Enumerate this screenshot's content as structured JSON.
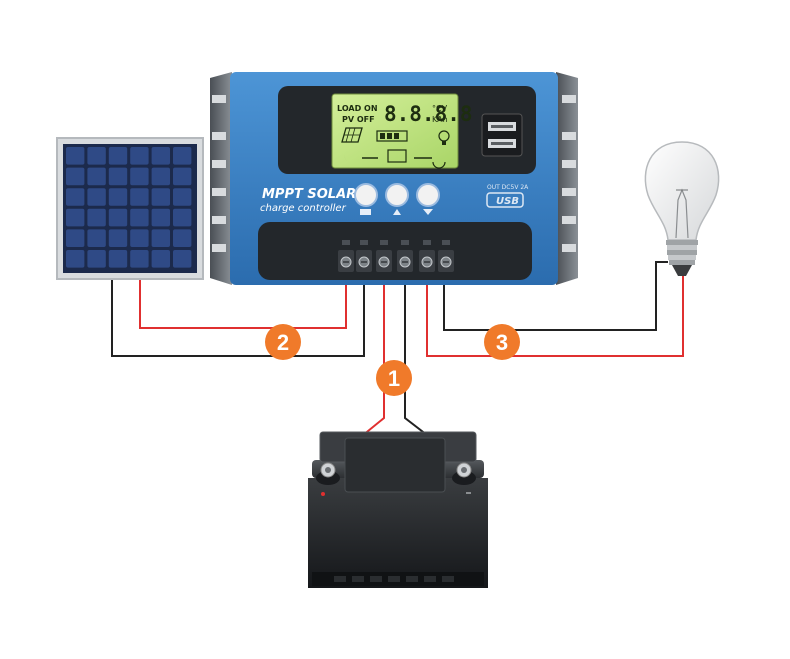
{
  "controller": {
    "title_line1": "MPPT SOLAR",
    "title_line2": "charge controller",
    "lcd_load_on": "LOAD ON",
    "lcd_pv_off": "PV OFF",
    "lcd_digits": "8.8.8.8",
    "lcd_unit_top": "°CV",
    "lcd_unit_bottom": "KAh",
    "usb_spec": "OUT DC5V 2A",
    "usb_label": "USB",
    "body_color": "#3b82c4",
    "frame_color": "#2a2e33",
    "lcd_color": "#b8e07a"
  },
  "steps": [
    {
      "number": "1"
    },
    {
      "number": "2"
    },
    {
      "number": "3"
    }
  ],
  "colors": {
    "step_badge": "#f07a2a",
    "wire_positive": "#e03030",
    "wire_negative": "#222222"
  },
  "icons": {
    "solar_panel": "solar-panel-icon",
    "battery": "battery-icon",
    "bulb": "light-bulb-icon"
  }
}
